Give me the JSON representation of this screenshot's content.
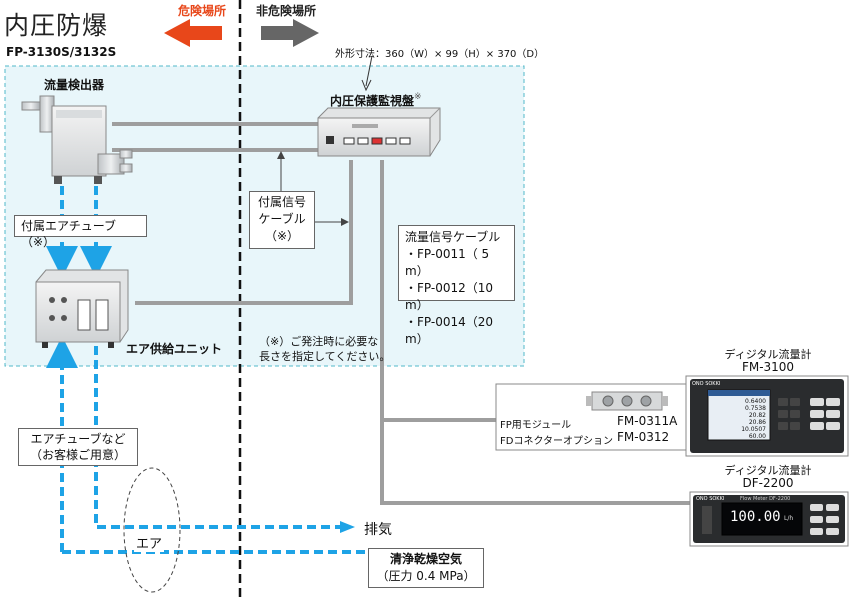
{
  "header": {
    "title": "内圧防爆",
    "hazard_label": "危険場所",
    "nonhazard_label": "非危険場所",
    "model": "FP-3130S/3132S"
  },
  "dimensions": "外形寸法：360（W）× 99（H）× 370（D）",
  "components": {
    "detector": "流量検出器",
    "monitor": "内圧保護監視盤",
    "monitor_mark": "※",
    "air_unit": "エア供給ユニット"
  },
  "labels": {
    "attached_tube": "付属エアチューブ（※）",
    "attached_signal_line1": "付属信号",
    "attached_signal_line2": "ケーブル",
    "attached_signal_line3": "（※）",
    "order_note_line1": "（※）ご発注時に必要な",
    "order_note_line2": "長さを指定してください。",
    "air_tube_line1": "エアチューブなど",
    "air_tube_line2": "（お客様ご用意）",
    "air": "エア",
    "exhaust": "排気",
    "clean_air_line1": "清浄乾燥空気",
    "clean_air_line2": "（圧力 0.4 MPa）"
  },
  "signal_cable": {
    "title": "流量信号ケーブル",
    "items": [
      "・FP-0011（ 5 m）",
      "・FP-0012（10 m）",
      "・FP-0014（20 m）"
    ]
  },
  "module": {
    "fp_label": "FP用モジュール",
    "fd_label": "FDコネクターオプション",
    "fp_model": "FM-0311A",
    "fd_model": "FM-0312"
  },
  "fm3100": {
    "name": "ディジタル流量計",
    "model": "FM-3100",
    "brand": "ONO SOKKI",
    "readings": [
      "0.6400",
      "0.7538",
      "20.82",
      "20.86",
      "10.0507",
      "60.00"
    ]
  },
  "df2200": {
    "name": "ディジタル流量計",
    "model": "DF-2200",
    "brand": "ONO SOKKI",
    "screen_title": "Flow Meter DF-2200",
    "display": "100.00",
    "unit": "L/h"
  },
  "colors": {
    "hazard_arrow": "#e8471a",
    "hazard_text": "#e8471a",
    "nonhazard_arrow": "#666666",
    "air_line": "#1ea3e6",
    "zone_fill": "#e8f6fa",
    "cable": "#9e9e9e"
  }
}
